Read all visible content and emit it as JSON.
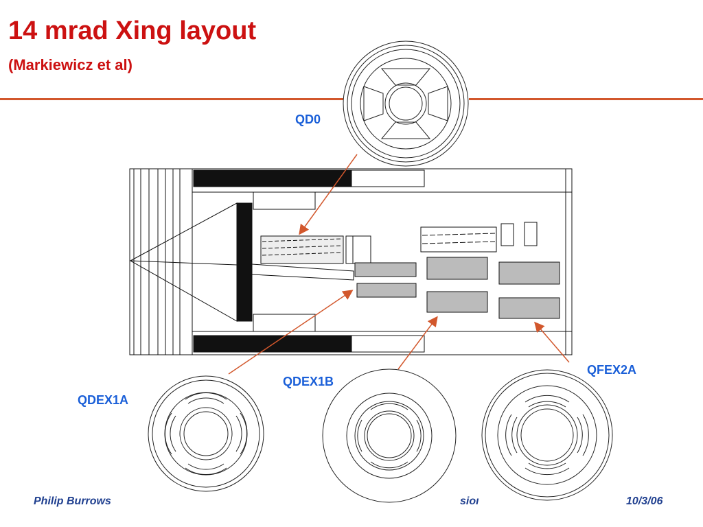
{
  "slide": {
    "title": "14 mrad Xing layout",
    "subtitle": "(Markiewicz et al)"
  },
  "labels": {
    "qd0": "QD0",
    "qfex2a": "QFEX2A",
    "qdex1b": "QDEX1B",
    "qdex1a": "QDEX1A"
  },
  "footer": {
    "author": "Philip Burrows",
    "middle": "sioı",
    "date": "10/3/06"
  },
  "colors": {
    "title": "#cc1111",
    "accent_rule": "#d2572c",
    "label_blue": "#1a5fd8",
    "arrow": "#d2572c",
    "footer_text": "#1f3f8f"
  }
}
